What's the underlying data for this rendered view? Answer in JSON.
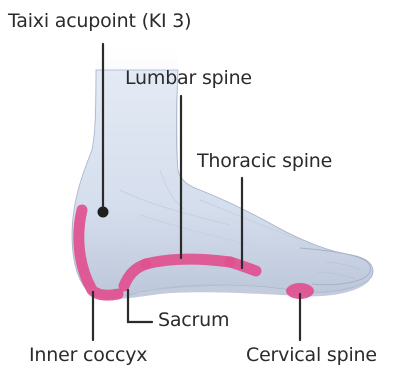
{
  "labels": {
    "taixi": "Taixi acupoint (KI 3)",
    "lumbar": "Lumbar spine",
    "thoracic": "Thoracic spine",
    "sacrum": "Sacrum",
    "inner_coccyx": "Inner coccyx",
    "cervical": "Cervical spine"
  },
  "colors": {
    "highlight": "#e0508f",
    "leader_line": "#2b2b2b",
    "text": "#2b2b2b",
    "foot_fill": "#dde5f2",
    "foot_shadow": "#b9c4d8",
    "foot_outline": "#9aa6bd"
  }
}
